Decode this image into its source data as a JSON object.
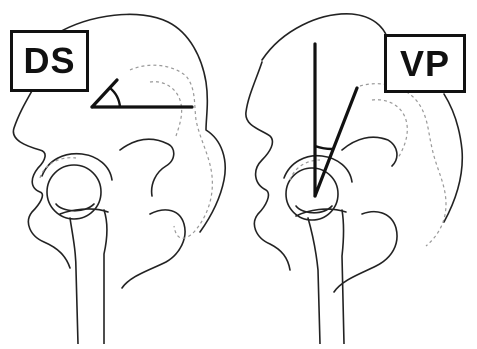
{
  "panels": [
    {
      "id": "left",
      "label": "DS"
    },
    {
      "id": "right",
      "label": "VP"
    }
  ]
}
